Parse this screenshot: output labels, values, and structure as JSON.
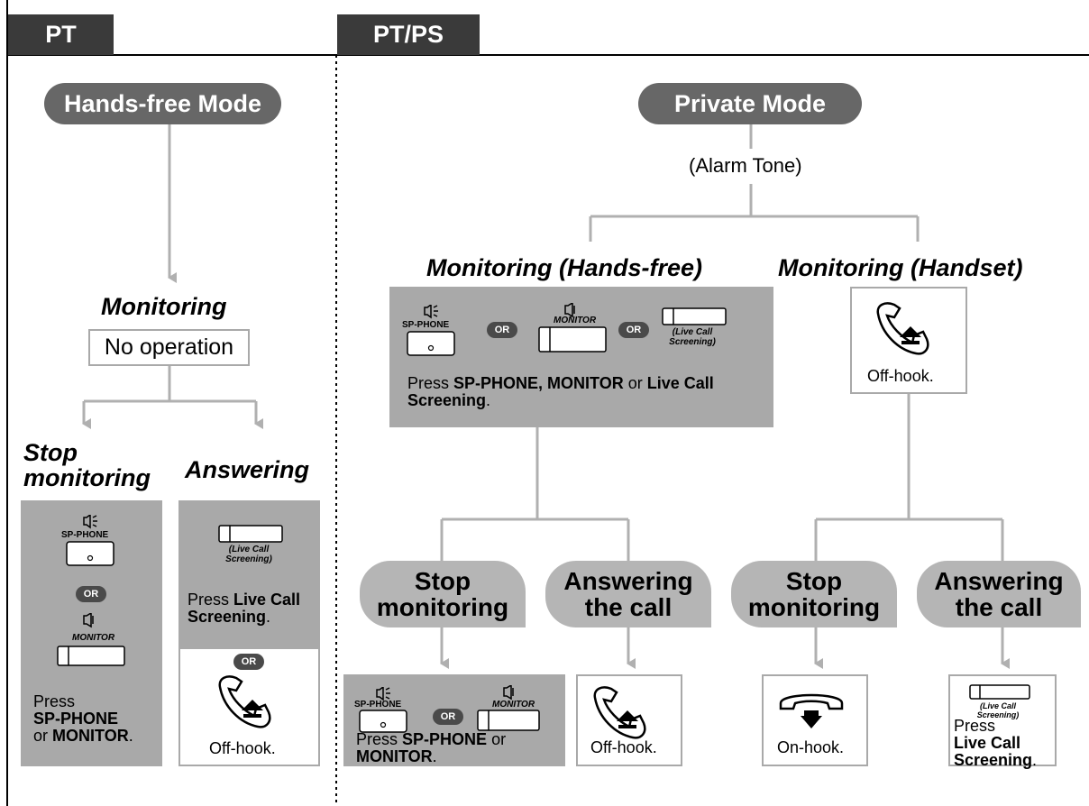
{
  "tabs": {
    "pt": "PT",
    "ptps": "PT/PS"
  },
  "left": {
    "mode": "Hands-free Mode",
    "monitoring": "Monitoring",
    "no_operation": "No operation",
    "stop_monitoring": "Stop monitoring",
    "answering": "Answering",
    "stop_box": {
      "press": "Press",
      "sp_phone": "SP-PHONE",
      "or_word": "or",
      "monitor": "MONITOR",
      "period": "."
    },
    "answer_box": {
      "press": "Press",
      "live_call": "Live Call Screening",
      "period": ".",
      "off_hook": "Off-hook."
    }
  },
  "right": {
    "mode": "Private Mode",
    "alarm": "(Alarm Tone)",
    "mon_handsfree": "Monitoring (Hands-free)",
    "mon_handset": "Monitoring (Handset)",
    "hf_box": {
      "press": "Press",
      "bold": "SP-PHONE, MONITOR",
      "or_word": "or",
      "live_call": "Live Call Screening",
      "period": "."
    },
    "hs_box": {
      "off_hook": "Off-hook."
    },
    "stop_mon_1": "Stop monitoring",
    "answer_call_1": "Answering the call",
    "stop_mon_2": "Stop monitoring",
    "answer_call_2": "Answering the call",
    "b1": {
      "press": "Press",
      "sp_phone": "SP-PHONE",
      "or_word": "or",
      "monitor": "MONITOR",
      "period": "."
    },
    "b2": {
      "off_hook": "Off-hook."
    },
    "b3": {
      "on_hook": "On-hook."
    },
    "b4": {
      "press": "Press",
      "live_call": "Live Call Screening",
      "period": "."
    }
  },
  "icons": {
    "sp_phone_label": "SP-PHONE",
    "monitor_label": "MONITOR",
    "or_badge": "OR",
    "live_call_label": "(Live Call Screening)"
  }
}
